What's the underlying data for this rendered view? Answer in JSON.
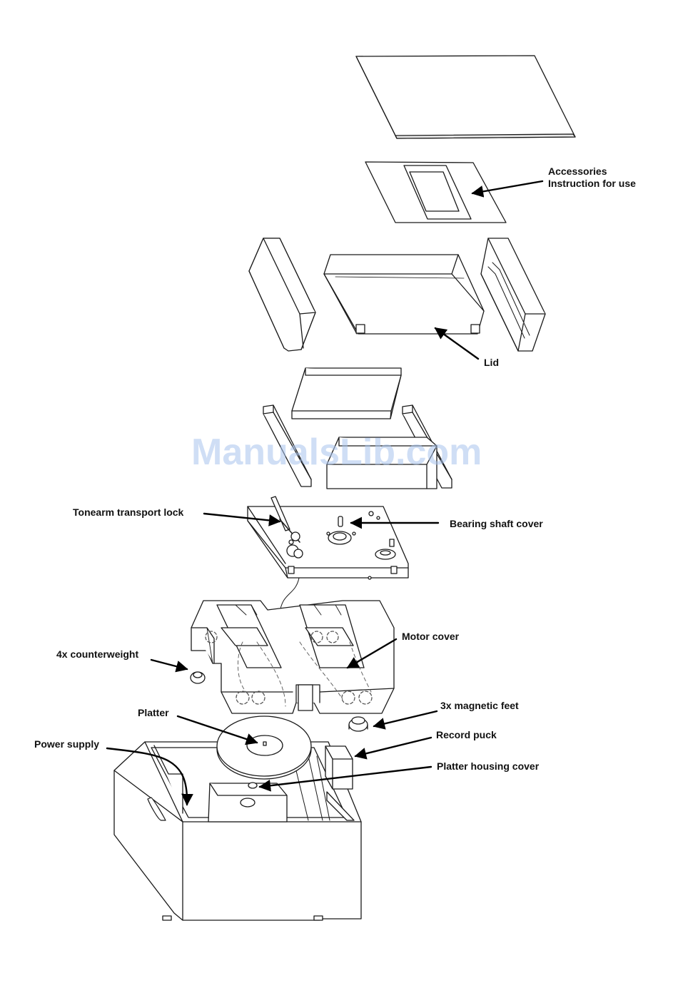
{
  "labels": {
    "accessories": "Accessories",
    "instruction": "Instruction for use",
    "lid": "Lid",
    "tonearm_lock": "Tonearm transport lock",
    "bearing_cover": "Bearing shaft cover",
    "motor_cover": "Motor cover",
    "counterweight": "4x counterweight",
    "platter": "Platter",
    "magnetic_feet": "3x magnetic feet",
    "record_puck": "Record puck",
    "power_supply": "Power supply",
    "platter_housing_cover": "Platter housing cover"
  },
  "watermark": {
    "text": "ManualsLib.com",
    "color": "#a9c4ee"
  },
  "colors": {
    "line": "#1a1a1a",
    "fill": "#ffffff",
    "hidden": "#555555"
  }
}
